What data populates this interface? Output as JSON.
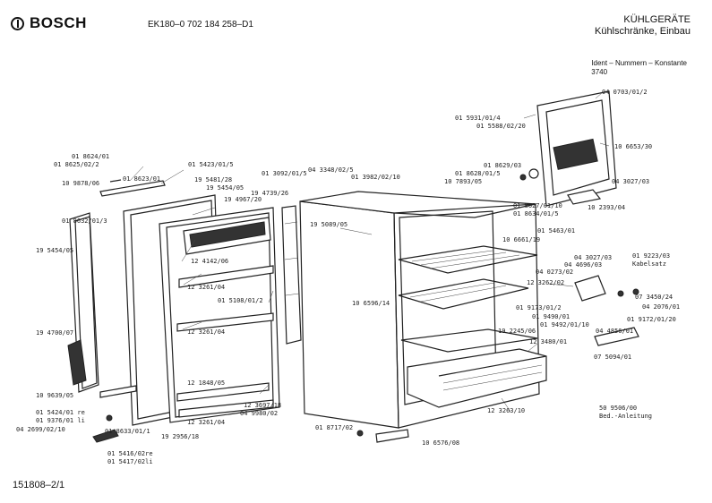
{
  "header": {
    "brand": "BOSCH",
    "model": "EK180–0 702 184 258–D1",
    "category_line1": "KÜHLGERÄTE",
    "category_line2": "Kühlschränke, Einbau",
    "ident_title": "Ident – Nummern – Konstante",
    "ident_value": "3740"
  },
  "footer": {
    "doc_number": "151808–2/1"
  },
  "part_labels": [
    {
      "id": "p1",
      "text": "01 8624/01"
    },
    {
      "id": "p2",
      "text": "01 8625/02/2"
    },
    {
      "id": "p3",
      "text": "01 8623/01"
    },
    {
      "id": "p4",
      "text": "01 5423/01/5"
    },
    {
      "id": "p5",
      "text": "10 9878/06"
    },
    {
      "id": "p6",
      "text": "19 5481/28"
    },
    {
      "id": "p7",
      "text": "19 5454/05"
    },
    {
      "id": "p8",
      "text": "01 8632/01/3"
    },
    {
      "id": "p9",
      "text": "19 4967/20"
    },
    {
      "id": "p10",
      "text": "19 5454/05"
    },
    {
      "id": "p11",
      "text": "12 4142/06"
    },
    {
      "id": "p12",
      "text": "12 3261/04"
    },
    {
      "id": "p13",
      "text": "01 5108/01/2"
    },
    {
      "id": "p14",
      "text": "12 3261/04"
    },
    {
      "id": "p15",
      "text": "19 4700/07"
    },
    {
      "id": "p16",
      "text": "12 1848/05"
    },
    {
      "id": "p17",
      "text": "10 9639/05"
    },
    {
      "id": "p18",
      "text": "12 3697/18"
    },
    {
      "id": "p19",
      "text": "04 9980/02"
    },
    {
      "id": "p20",
      "text": "12 3261/04"
    },
    {
      "id": "p21",
      "text": "01 5424/01 re"
    },
    {
      "id": "p22",
      "text": "01 9376/01 li"
    },
    {
      "id": "p23",
      "text": "04 2699/02/10"
    },
    {
      "id": "p24",
      "text": "01 8633/01/1"
    },
    {
      "id": "p25",
      "text": "19 2956/18"
    },
    {
      "id": "p26",
      "text": "01 5416/02re"
    },
    {
      "id": "p27",
      "text": "01 5417/02li"
    },
    {
      "id": "p28",
      "text": "01 3092/01/5"
    },
    {
      "id": "p29",
      "text": "04 3348/02/5"
    },
    {
      "id": "p30",
      "text": "01 3982/02/10"
    },
    {
      "id": "p31",
      "text": "19 4739/26"
    },
    {
      "id": "p32",
      "text": "19 5089/05"
    },
    {
      "id": "p33",
      "text": "01 5931/01/4"
    },
    {
      "id": "p34",
      "text": "01 5588/02/20"
    },
    {
      "id": "p35",
      "text": "04 0703/01/2"
    },
    {
      "id": "p36",
      "text": "10 6653/30"
    },
    {
      "id": "p37",
      "text": "01 8629/03"
    },
    {
      "id": "p38",
      "text": "01 8628/01/5"
    },
    {
      "id": "p39",
      "text": "10 7893/05"
    },
    {
      "id": "p40",
      "text": "04 3027/03"
    },
    {
      "id": "p41",
      "text": "01 8627/01/10"
    },
    {
      "id": "p42",
      "text": "01 8634/01/5"
    },
    {
      "id": "p43",
      "text": "10 2393/04"
    },
    {
      "id": "p44",
      "text": "01 5463/01"
    },
    {
      "id": "p45",
      "text": "10 6661/19"
    },
    {
      "id": "p46",
      "text": "04 3027/03"
    },
    {
      "id": "p47",
      "text": "01 9223/03"
    },
    {
      "id": "p48",
      "text": "Kabelsatz"
    },
    {
      "id": "p49",
      "text": "04 4696/03"
    },
    {
      "id": "p50",
      "text": "04 0273/02"
    },
    {
      "id": "p51",
      "text": "12 3262/02"
    },
    {
      "id": "p52",
      "text": "07 3450/24"
    },
    {
      "id": "p53",
      "text": "04 2076/01"
    },
    {
      "id": "p54",
      "text": "10 6596/14"
    },
    {
      "id": "p55",
      "text": "01 9173/01/2"
    },
    {
      "id": "p56",
      "text": "01 9490/01"
    },
    {
      "id": "p57",
      "text": "01 9492/01/10"
    },
    {
      "id": "p58",
      "text": "01 9172/01/20"
    },
    {
      "id": "p59",
      "text": "19 2245/06"
    },
    {
      "id": "p60",
      "text": "04 4856/01"
    },
    {
      "id": "p61",
      "text": "12 3480/01"
    },
    {
      "id": "p62",
      "text": "07 5094/01"
    },
    {
      "id": "p63",
      "text": "12 3263/10"
    },
    {
      "id": "p64",
      "text": "50 9506/00"
    },
    {
      "id": "p65",
      "text": "Bed.-Anleitung"
    },
    {
      "id": "p66",
      "text": "01 8717/02"
    },
    {
      "id": "p67",
      "text": "10 6576/08"
    }
  ]
}
